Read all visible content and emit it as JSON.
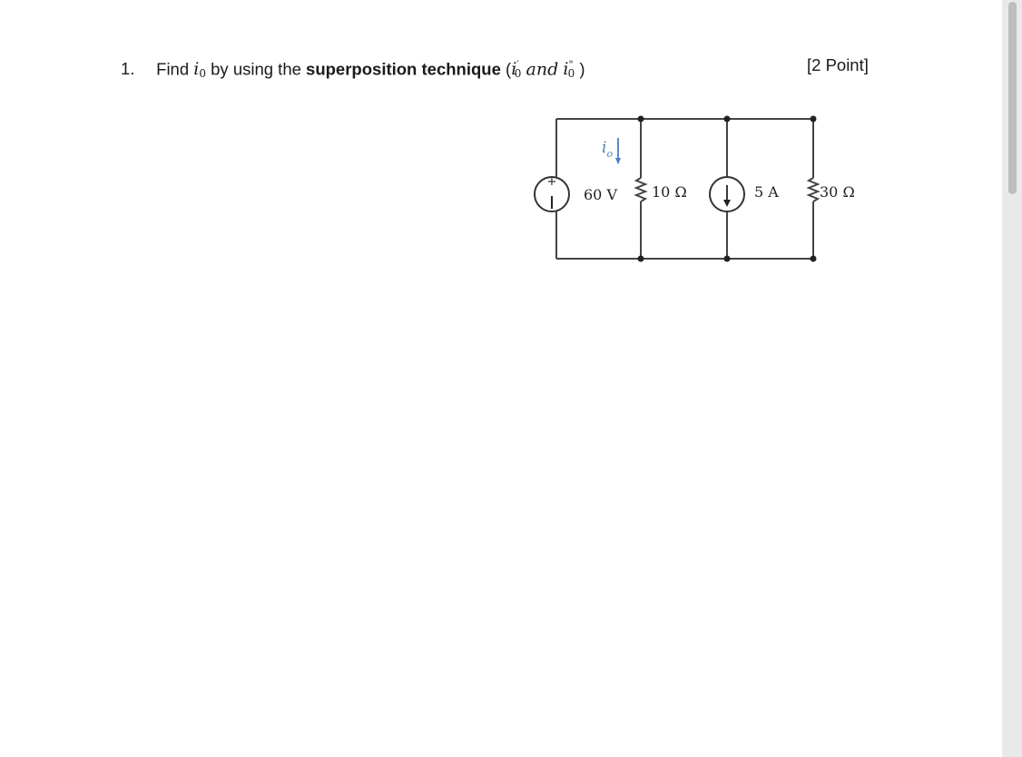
{
  "question": {
    "number": "1.",
    "prefix": "Find",
    "var_i": "i",
    "var_sub": "0",
    "mid_text": "by using the",
    "bold_text": "superposition technique",
    "paren_open": "(",
    "i_prime_base": "i",
    "i_prime_mark": "′",
    "i_prime_sub": "0",
    "and_text": "and",
    "i_dprime_base": "i",
    "i_dprime_mark": "\"",
    "i_dprime_sub": "0",
    "paren_close": ")",
    "points": "[2 Point]"
  },
  "circuit": {
    "source_voltage": "60 V",
    "source_plus": "+",
    "source_minus": "−",
    "current_label_i": "i",
    "current_label_sub": "o",
    "resistor_1": "10 Ω",
    "current_source": "5 A",
    "resistor_2": "30 Ω"
  }
}
